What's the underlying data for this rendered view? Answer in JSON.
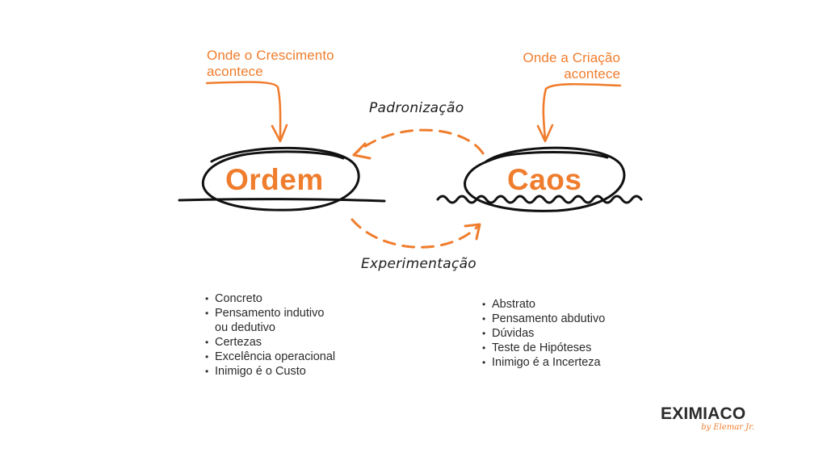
{
  "callouts": {
    "left": "Onde o Crescimento\nacontece",
    "right": "Onde a Criação\nacontece"
  },
  "nodes": {
    "ordem": "Ordem",
    "caos": "Caos"
  },
  "flows": {
    "top": "Padronização",
    "bottom": "Experimentação"
  },
  "lists": {
    "ordem": [
      {
        "text": "Concreto",
        "bullet": true
      },
      {
        "text": "Pensamento indutivo",
        "bullet": true
      },
      {
        "text": "ou dedutivo",
        "bullet": false
      },
      {
        "text": "Certezas",
        "bullet": true
      },
      {
        "text": "Excelência operacional",
        "bullet": true
      },
      {
        "text": "Inimigo é o Custo",
        "bullet": true
      }
    ],
    "caos": [
      {
        "text": "Abstrato",
        "bullet": true
      },
      {
        "text": "Pensamento abdutivo",
        "bullet": true
      },
      {
        "text": "Dúvidas",
        "bullet": true
      },
      {
        "text": "Teste de Hipóteses",
        "bullet": true
      },
      {
        "text": "Inimigo é a Incerteza",
        "bullet": true
      }
    ]
  },
  "logo": {
    "word": "EXIMIACO",
    "tagline": "by Elemar Jr."
  },
  "colors": {
    "accent": "#ef7d2d",
    "ink": "#1a1a1a",
    "background": "#ffffff"
  }
}
